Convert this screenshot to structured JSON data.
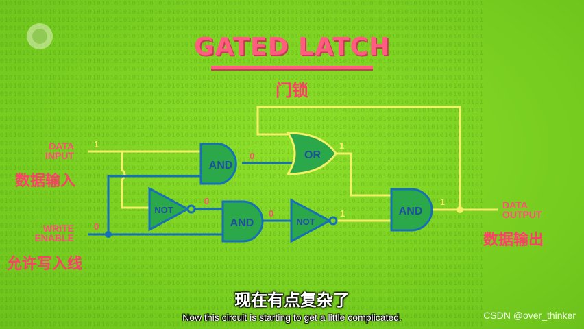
{
  "title": "GATED LATCH",
  "title_zh": "门锁",
  "inputs": {
    "data_input": {
      "line1": "DATA",
      "line2": "INPUT",
      "zh": "数据输入",
      "value": "1"
    },
    "write_enable": {
      "line1": "WRITE",
      "line2": "ENABLE",
      "zh": "允许写入线",
      "value": "0"
    }
  },
  "output": {
    "line1": "DATA",
    "line2": "OUTPUT",
    "zh": "数据输出",
    "value": "1"
  },
  "gates": {
    "and_top": "AND",
    "or": "OR",
    "not_top": "NOT",
    "and_mid": "AND",
    "not_mid": "NOT",
    "and_out": "AND"
  },
  "signals": {
    "and_top_out": "0",
    "or_out": "1",
    "not_top_out": "0",
    "and_mid_out": "0",
    "not_mid_out": "1",
    "and_out_out": "1"
  },
  "subtitle_zh": "现在有点复杂了",
  "subtitle_en": "Now this circuit is starting to get a little complicated.",
  "watermark": "CSDN @over_thinker",
  "colors": {
    "background": "#7ed321",
    "accent": "#ff5d7f",
    "on_wire": "#f4f06a",
    "off_wire": "#1670b8"
  }
}
